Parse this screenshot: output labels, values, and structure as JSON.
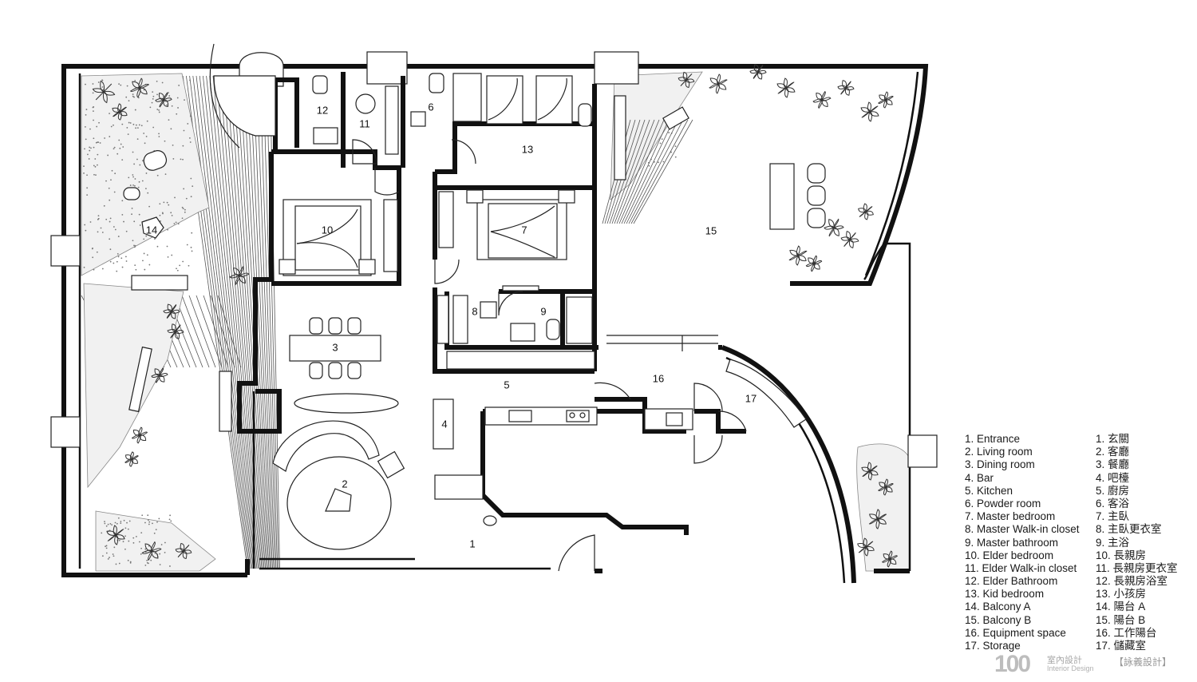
{
  "rooms": [
    {
      "num": "1"
    },
    {
      "num": "2"
    },
    {
      "num": "3"
    },
    {
      "num": "4"
    },
    {
      "num": "5"
    },
    {
      "num": "6"
    },
    {
      "num": "7"
    },
    {
      "num": "8"
    },
    {
      "num": "9"
    },
    {
      "num": "10"
    },
    {
      "num": "11"
    },
    {
      "num": "12"
    },
    {
      "num": "13"
    },
    {
      "num": "14"
    },
    {
      "num": "15"
    },
    {
      "num": "16"
    },
    {
      "num": "17"
    }
  ],
  "legend": {
    "en": [
      "1. Entrance",
      "2. Living room",
      "3. Dining room",
      "4. Bar",
      "5. Kitchen",
      "6. Powder room",
      "7. Master bedroom",
      "8. Master Walk-in closet",
      "9. Master bathroom",
      "10. Elder bedroom",
      "11. Elder Walk-in closet",
      "12. Elder Bathroom",
      "13. Kid bedroom",
      "14. Balcony A",
      "15. Balcony B",
      "16. Equipment space",
      "17. Storage"
    ],
    "zh": [
      "1. 玄關",
      "2. 客廳",
      "3. 餐廳",
      "4. 吧檯",
      "5. 廚房",
      "6. 客浴",
      "7. 主臥",
      "8. 主臥更衣室",
      "9. 主浴",
      "10. 長親房",
      "11. 長親房更衣室",
      "12. 長親房浴室",
      "13. 小孩房",
      "14. 陽台 A",
      "15. 陽台 B",
      "16. 工作陽台",
      "17. 儲藏室"
    ]
  },
  "watermark": {
    "logo": "100",
    "zh": "室內設計",
    "en": "Interior Design",
    "brand": "【詠義設計】"
  },
  "colors": {
    "wall": "#111111",
    "background": "#ffffff",
    "gravel": "#f1f1f1",
    "watermark": "#999999"
  }
}
